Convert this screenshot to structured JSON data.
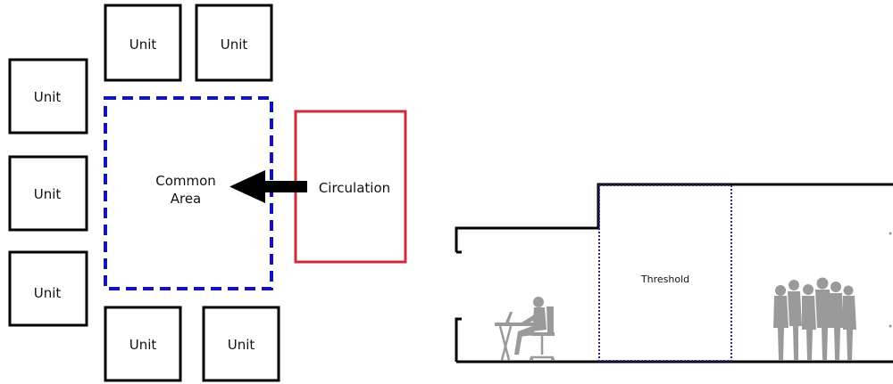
{
  "plan": {
    "units": [
      {
        "label": "Unit"
      },
      {
        "label": "Unit"
      },
      {
        "label": "Unit"
      },
      {
        "label": "Unit"
      },
      {
        "label": "Unit"
      },
      {
        "label": "Unit"
      },
      {
        "label": "Unit"
      }
    ],
    "common_area": {
      "line1": "Common",
      "line2": "Area"
    },
    "circulation": {
      "label": "Circulation"
    }
  },
  "section": {
    "threshold": {
      "label": "Threshold"
    }
  },
  "colors": {
    "outline": "#000000",
    "common_area": "#1414b4",
    "circulation": "#d02a36",
    "threshold": "#2a2a8c",
    "silhouette": "#9a9a9a"
  }
}
